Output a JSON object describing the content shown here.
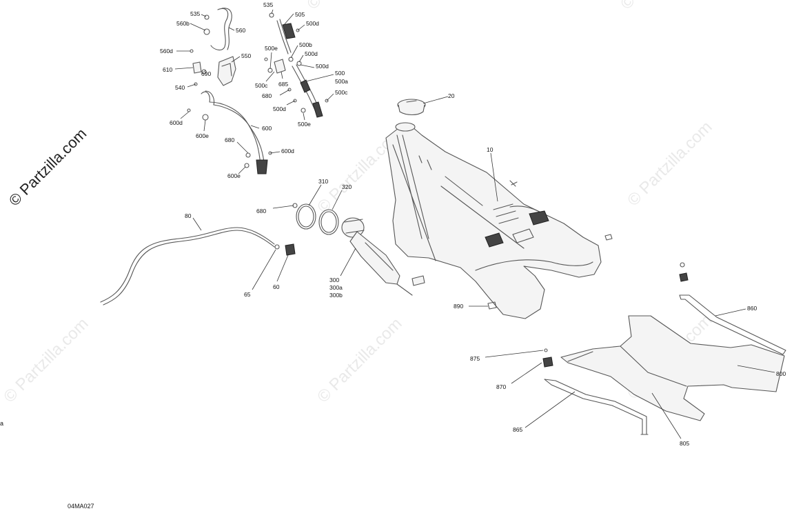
{
  "watermark": {
    "main_text": "© Partzilla.com",
    "tile_text": "© Partzilla.com"
  },
  "diagram_code": "04MA027",
  "corner_mark": "a",
  "callouts": {
    "c535a": "535",
    "c560b": "560b",
    "c560": "560",
    "c560d": "560d",
    "c550": "550",
    "c610": "610",
    "c690": "690",
    "c540": "540",
    "c600d_l": "600d",
    "c600e_t": "600e",
    "c600": "600",
    "c680_l": "680",
    "c600d_r": "600d",
    "c600e_b": "600e",
    "c535b": "535",
    "c505": "505",
    "c500d_1": "500d",
    "c500e_1": "500e",
    "c500b": "500b",
    "c500d_2": "500d",
    "c500d_3": "500d",
    "c500": "500",
    "c500a": "500a",
    "c500c_l": "500c",
    "c685": "685",
    "c680_m": "680",
    "c500c_r": "500c",
    "c500d_4": "500d",
    "c500e_2": "500e",
    "c20": "20",
    "c10": "10",
    "c310": "310",
    "c320": "320",
    "c680_p": "680",
    "c80": "80",
    "c65": "65",
    "c60": "60",
    "c300": "300",
    "c300a": "300a",
    "c300b": "300b",
    "c890": "890",
    "c860": "860",
    "c875": "875",
    "c870": "870",
    "c800": "800",
    "c865": "865",
    "c805": "805"
  },
  "colors": {
    "line": "#555555",
    "text": "#111111",
    "watermark": "#d8d8d8"
  }
}
